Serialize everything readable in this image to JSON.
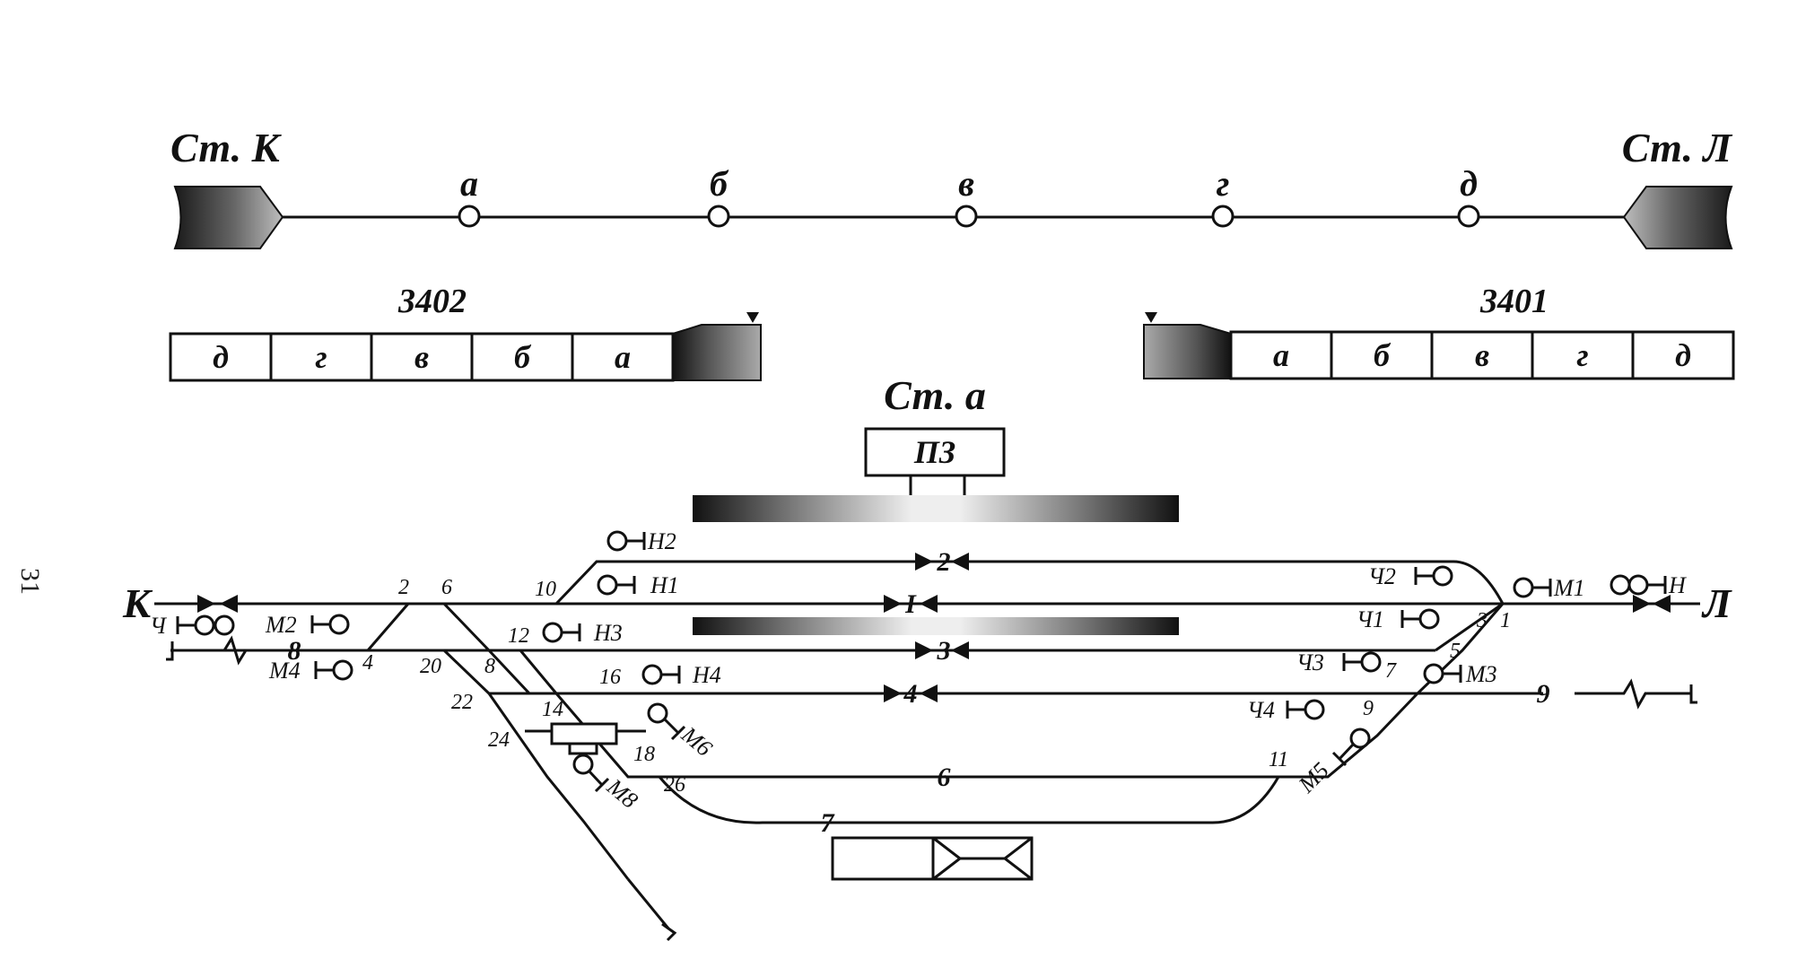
{
  "page_number": "31",
  "line": {
    "station_left": "Ст. К",
    "station_right": "Ст. Л",
    "stops": [
      "а",
      "б",
      "в",
      "г",
      "д"
    ]
  },
  "trains": {
    "left": {
      "number": "3402",
      "cars": [
        "д",
        "г",
        "в",
        "б",
        "а"
      ]
    },
    "right": {
      "number": "3401",
      "cars": [
        "а",
        "б",
        "в",
        "г",
        "д"
      ]
    }
  },
  "station": {
    "title": "Ст. а",
    "building_label": "ПЗ",
    "ends": {
      "left": "К",
      "right": "Л"
    },
    "tracks": {
      "t2": "2",
      "tI": "I",
      "t3": "3",
      "t4": "4",
      "t6": "6",
      "t7": "7",
      "t8": "8",
      "t9": "9"
    },
    "signals": {
      "N2": "Н2",
      "N1": "Н1",
      "N3": "Н3",
      "N4": "Н4",
      "Ch2": "Ч2",
      "Ch1": "Ч1",
      "Ch3": "Ч3",
      "Ch4": "Ч4",
      "M1": "М1",
      "N": "Н",
      "Ch": "Ч",
      "M2": "М2",
      "M4": "М4",
      "M3": "М3",
      "M5": "М5",
      "M6": "М6",
      "M8": "М8"
    },
    "switches": {
      "s2": "2",
      "s6": "6",
      "s10": "10",
      "s12": "12",
      "s4": "4",
      "s20": "20",
      "s8": "8",
      "s16": "16",
      "s22": "22",
      "s14": "14",
      "s24": "24",
      "s18": "18",
      "s26": "26",
      "s3": "3",
      "s1": "1",
      "s5": "5",
      "s7": "7",
      "s9": "9",
      "s11": "11"
    }
  }
}
